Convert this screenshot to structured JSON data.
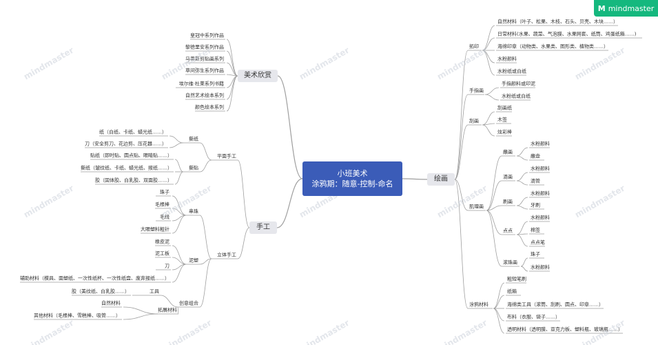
{
  "brand": {
    "logo_text": "mindmaster",
    "logo_mark": "M",
    "watermark": "mindmaster",
    "accent": "#15b87e"
  },
  "colors": {
    "center": "#3b5cb8",
    "topic": "#e6e7ec",
    "line": "#9e9e9e"
  },
  "center": {
    "line1": "小班美术",
    "line2": "涂鸦期：随意-控制-命名"
  },
  "left": {
    "art": {
      "label": "美术欣赏",
      "items": [
        "皇冠中系列作品",
        "黎德里安系列作品",
        "马蒂斯剪贴画系列",
        "草间弥生系列作品",
        "埃尔维·杜莱系列书籍",
        "自然艺术绘本系列",
        "颜色绘本系列"
      ]
    },
    "craft": {
      "label": "手工",
      "flat": {
        "label": "平面手工",
        "tear": {
          "label": "撕纸",
          "items": [
            "纸（白纸、卡纸、蜡光纸……）",
            "刀（安全剪刀、花边剪、压花器……）"
          ]
        },
        "paste": {
          "label": "撕贴",
          "items": [
            "贴纸（即时贴、圆点贴、眼睛贴……）",
            "撕纸（皱纹纸、卡纸、蜡光纸、报纸……）",
            "胶（固体胶、白乳胶、双面胶……）"
          ]
        }
      },
      "solid": {
        "label": "立体手工",
        "bead": {
          "label": "串珠",
          "items": [
            "珠子",
            "毛根棒",
            "毛线",
            "大眼塑料粗针"
          ]
        },
        "clay": {
          "label": "泥塑",
          "items": [
            "橡皮泥",
            "泥工板",
            "刀",
            "辅助材料（模具、面塑纸、一次性纸杯、一次性纸盘、废弃报纸……）"
          ]
        },
        "combo": {
          "label": "创意组合",
          "tools": {
            "label": "工具",
            "items": [
              "胶（美纹纸、白乳胶……）"
            ]
          },
          "materials": {
            "label": "拓展材料",
            "items": [
              "自然材料",
              "其他材料（毛根棒、雪糕棒、吸管……）"
            ]
          }
        }
      }
    }
  },
  "right": {
    "draw": {
      "label": "绘画",
      "print": {
        "label": "拓印",
        "items": [
          "自然材料（叶子、松果、木枝、石头、贝壳、木块……）",
          "日常材料(水果、蔬菜、气泡膜、水果网套、纸筒、鸡蛋纸箱……)",
          "海绵印章（动物类、水果类、图形类、植物类……）",
          "水粉颜料",
          "水粉纸或白纸"
        ]
      },
      "finger": {
        "label": "手指画",
        "items": [
          "手指颜料或印泥",
          "水粉纸或白纸"
        ]
      },
      "scrape": {
        "label": "刮画",
        "items": [
          "刮画纸",
          "木签",
          "炫彩棒"
        ]
      },
      "texture": {
        "label": "肌理画",
        "dot": {
          "label": "蘸画",
          "items": [
            "水粉颜料",
            "蘸壶"
          ]
        },
        "drip": {
          "label": "滴画",
          "items": [
            "水粉颜料",
            "滴管"
          ]
        },
        "brush": {
          "label": "刷画",
          "items": [
            "水粉颜料",
            "牙刷"
          ]
        },
        "point": {
          "label": "点点",
          "items": [
            "水粉颜料",
            "棉签",
            "点点笔"
          ]
        },
        "roll": {
          "label": "滚珠画",
          "items": [
            "珠子",
            "水粉颜料"
          ]
        }
      },
      "dye": {
        "label": "涂鸦材料",
        "items": [
          "粗短笔刷",
          "纸箱",
          "海绵类工具（滚筒、刮刷、圆点、印章……）",
          "布料（衣服、袋子……）",
          "透明材料（透明膜、亚克力板、塑料瓶、玻璃瓶……）"
        ]
      }
    }
  }
}
